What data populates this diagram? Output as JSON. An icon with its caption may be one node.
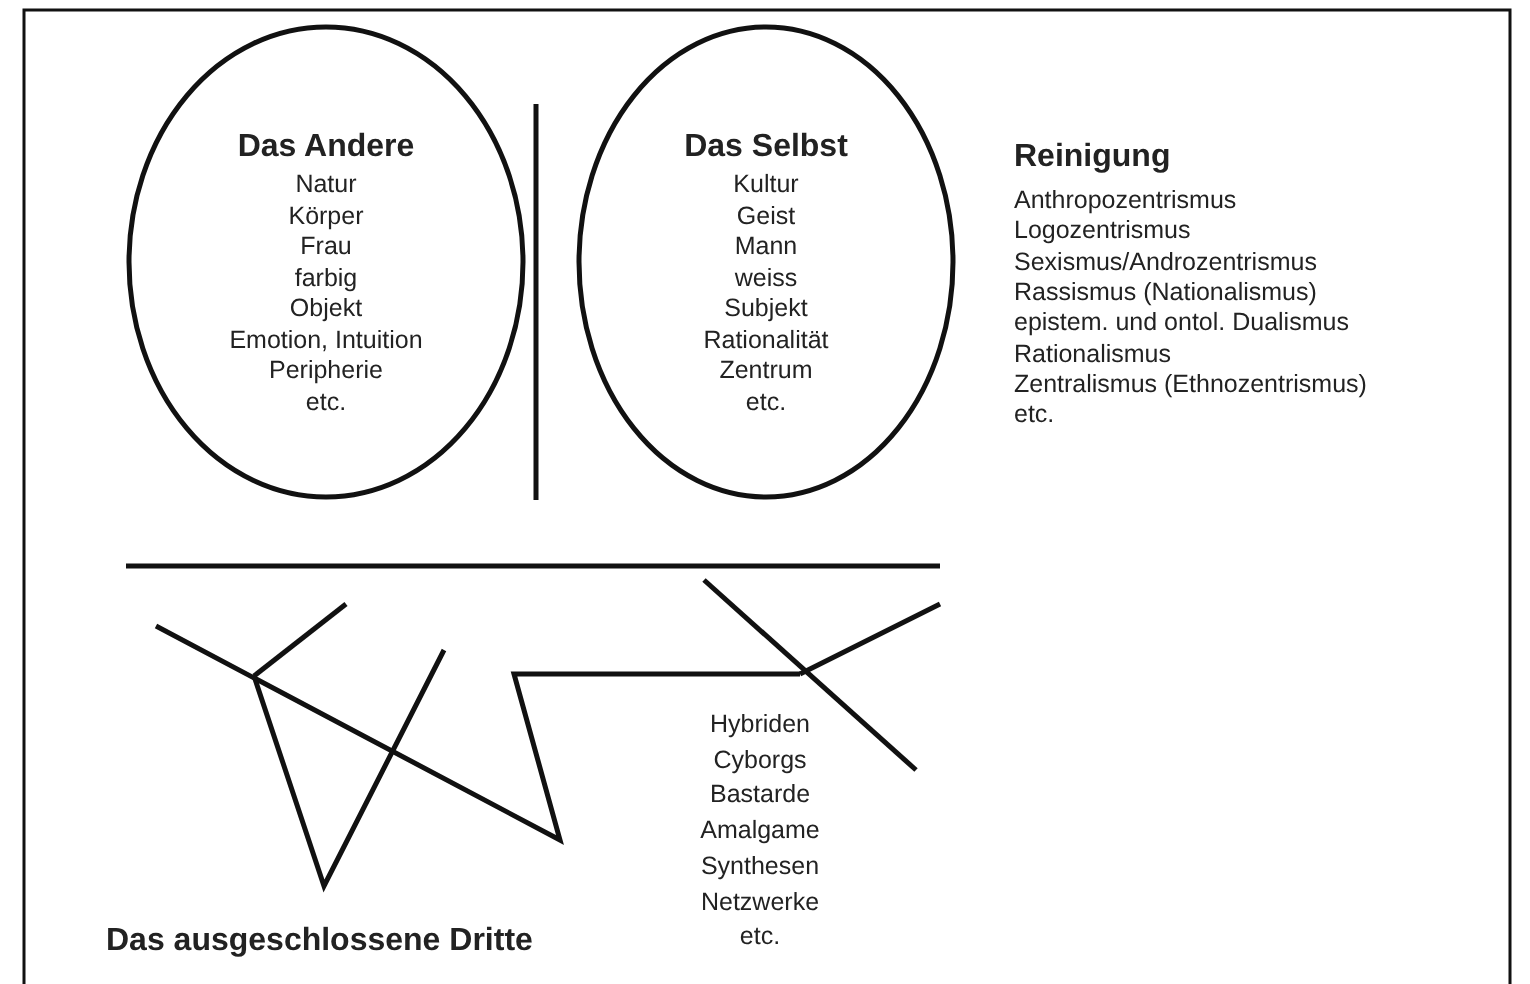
{
  "diagram": {
    "nodes": [
      {
        "text": [
          "Das Andere",
          "Natur",
          "Körper",
          "Frau",
          "farbig",
          "Objekt",
          "Emotion, Intuition",
          "Peripherie",
          "etc."
        ]
      },
      {
        "text": [
          "Das Selbst",
          "Kultur",
          "Geist",
          "Mann",
          "weiss",
          "Subjekt",
          "Rationalität",
          "Zentrum",
          "etc."
        ]
      }
    ],
    "edges": [],
    "labels": [
      "Reinigung",
      "Anthropozentrismus",
      "Logozentrismus",
      "Sexismus/Androzentrismus",
      "Rassismus (Nationalismus)",
      "epistem. und ontol. Dualismus",
      "Rationalismus",
      "Zentralismus (Ethnozentrismus)",
      "etc.",
      "Hybriden",
      "Cyborgs",
      "Bastarde",
      "Amalgame",
      "Synthesen",
      "Netzwerke",
      "etc.",
      "Das ausgeschlossene Dritte"
    ]
  }
}
